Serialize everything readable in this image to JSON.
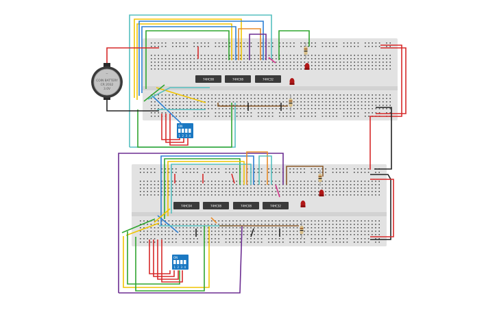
{
  "battery": {
    "lines": [
      "COIN BATTERY",
      "CR 2032",
      "3.0V"
    ],
    "minus_symbol": "−"
  },
  "breadboard_top": {
    "chips": [
      "74HC08",
      "74HC08",
      "74HC32"
    ]
  },
  "breadboard_bottom": {
    "chips": [
      "74HC04",
      "74HC08",
      "74HC08",
      "74HC32"
    ]
  },
  "dip_switch_top": {
    "header": "ON",
    "pins": [
      "1",
      "2",
      "3",
      "4"
    ]
  },
  "dip_switch_bottom": {
    "header": "ON",
    "pins": [
      "1",
      "2",
      "3",
      "4"
    ]
  },
  "colors": {
    "breadboard": "#e2e2e2",
    "breadboard_strip": "#d2d2d2",
    "hole": "#4a4a4a",
    "chip": "#3a3a3a",
    "switch": "#1a78c2",
    "wire_red": "#d62828",
    "wire_black": "#222222",
    "wire_green": "#2fa52f",
    "wire_yellow": "#f0c400",
    "wire_blue": "#2b7fd4",
    "wire_teal": "#55bfbf",
    "wire_orange": "#e88c2a",
    "wire_purple": "#6b2c91",
    "wire_brown": "#8b5a2b",
    "wire_pink": "#d4338a",
    "led": "#b01717",
    "resistor": "#d9c08a"
  }
}
